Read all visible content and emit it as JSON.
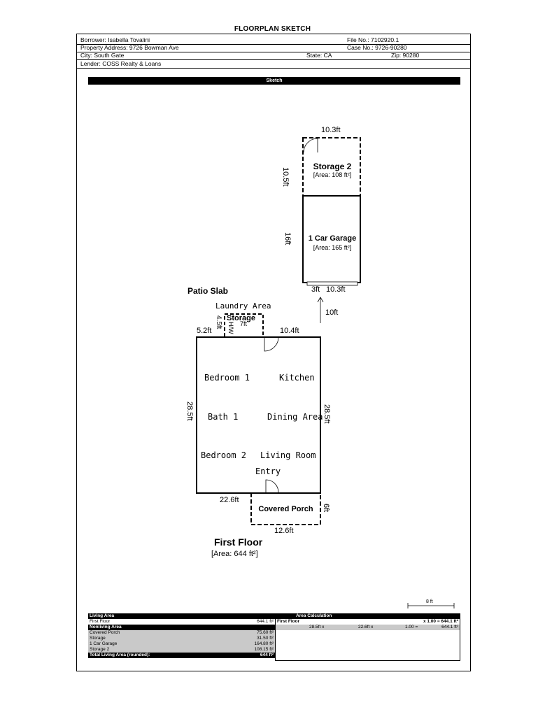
{
  "page_title": "FLOORPLAN SKETCH",
  "header": {
    "borrower": "Borrower: Isabella Tovalini",
    "file_no": "File No.: 7102920.1",
    "property": "Property Address: 9726 Bowman Ave",
    "case_no": "Case No.: 9726-90280",
    "city": "City: South Gate",
    "state": "State: CA",
    "zip": "Zip: 90280",
    "lender": "Lender: COSS Realty & Loans"
  },
  "sketch_label": "Sketch",
  "plan": {
    "storage2": {
      "name": "Storage 2",
      "area": "[Area: 108 ft²]",
      "width": "10.3ft",
      "height": "10.5ft"
    },
    "garage": {
      "name": "1 Car Garage",
      "area": "[Area: 165 ft²]",
      "height": "16ft",
      "bottom_a": "3ft",
      "bottom_b": "10.3ft"
    },
    "gap": "10ft",
    "patio": "Patio Slab",
    "laundry": "Laundry Area",
    "storage": "Storage",
    "storage_w": "7ft",
    "storage_h": "4.5ft",
    "hw": "H/W",
    "top_left": "5.2ft",
    "top_right": "10.4ft",
    "left_dim": "28.5ft",
    "right_dim": "28.5ft",
    "bottom_dim": "22.6ft",
    "rooms": {
      "bedroom1": "Bedroom 1",
      "kitchen": "Kitchen",
      "bath1": "Bath 1",
      "dining": "Dining Area",
      "bedroom2": "Bedroom 2",
      "living": "Living Room",
      "entry": "Entry"
    },
    "porch": {
      "name": "Covered Porch",
      "width": "12.6ft",
      "height": "6ft"
    },
    "floor": "First Floor",
    "floor_area": "[Area: 644 ft²]"
  },
  "scale": "8 ft",
  "summary": {
    "living_area": "Living Area",
    "first_floor": "First Floor",
    "first_floor_val": "644.1 ft²",
    "nonliving_area": "Nonliving Area",
    "nonliving": [
      {
        "name": "Covered Porch",
        "value": "75.60 ft²"
      },
      {
        "name": "Storage",
        "value": "31.50 ft²"
      },
      {
        "name": "1 Car Garage",
        "value": "164.80 ft²"
      },
      {
        "name": "Storage 2",
        "value": "108.15 ft²"
      }
    ],
    "total_label": "Total Living Area (rounded):",
    "total_val": "644 ft²",
    "area_calc": "Area Calculation",
    "calc_floor": "First Floor",
    "calc_result": "x 1.00 = 644.1 ft²",
    "calc_row": {
      "a": "28.5ft x",
      "b": "22.6ft x",
      "c": "1.00 =",
      "d": "644.1 ft²"
    }
  }
}
